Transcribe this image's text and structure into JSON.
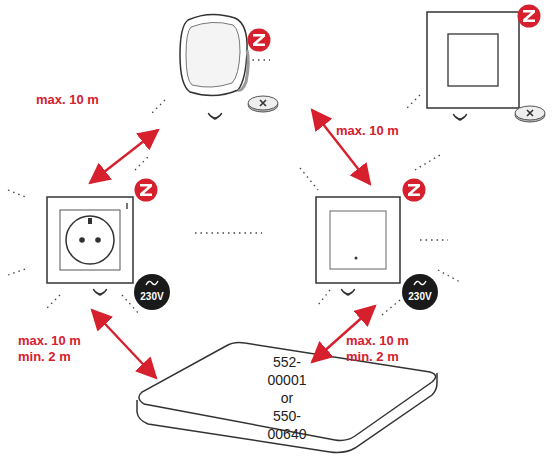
{
  "diagram": {
    "nodes": [
      {
        "text": [
          "230V"
        ]
      },
      {
        "text": [
          "230V"
        ]
      },
      {
        "text": [
          "552-00001 or 550-00640"
        ]
      }
    ],
    "labels": [
      "max. 10 m",
      "max. 10 m",
      "max. 10 m",
      "min. 2 m",
      "max. 10 m",
      "min. 2 m"
    ]
  }
}
